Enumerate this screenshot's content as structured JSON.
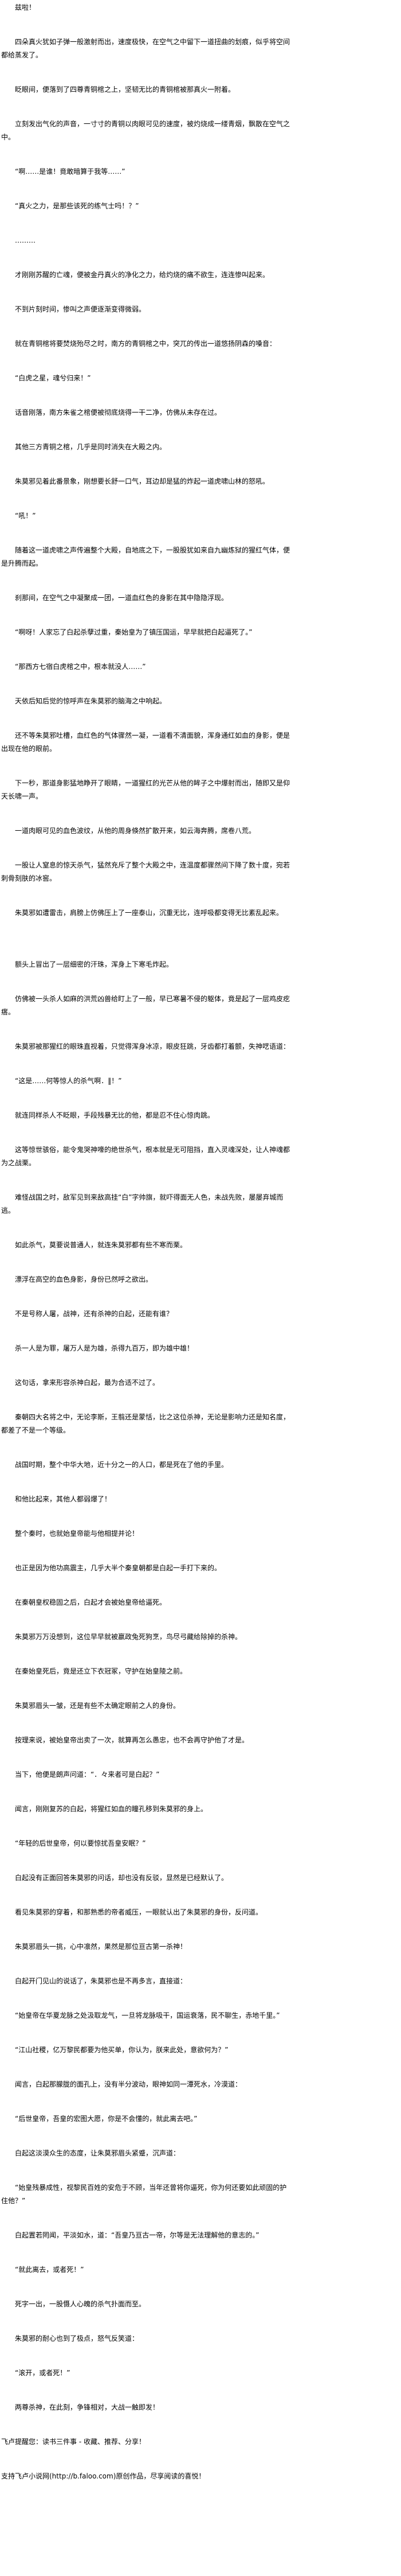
{
  "chapter": {
    "paragraphs": [
      "兹啦！",
      "四朵真火犹如子弹一般激射而出，速度极快，在空气之中留下一道扭曲的划痕，似乎将空间都给蒸发了。",
      "眨眼间，便落到了四尊青铜棺之上，坚韧无比的青铜棺被那真火一附着。",
      "立刻发出气化的声音，一寸寸的青铜以肉眼可见的速度，被灼烧成一缕青烟，飘散在空气之中。",
      "“啊……是谁！竟敢暗算于我等……”",
      "“真火之力，是那些该死的练气士吗！？”",
      "………",
      "才刚刚苏醒的亡魂，便被金丹真火的净化之力，给灼烧的痛不欲生，连连惨叫起来。",
      "不到片刻时间，惨叫之声便逐渐变得微弱。",
      "就在青铜棺将要焚烧殆尽之时，南方的青铜棺之中，突兀的传出一道悠扬阴森的嗓音：",
      "“白虎之星，魂兮归来！”",
      "话音刚落，南方朱雀之棺便被彻底烧得一干二净，仿佛从未存在过。",
      "其他三方青铜之棺，几乎是同时消失在大殿之内。",
      "朱莫邪见着此番景象，刚想要长舒一口气，耳边却是猛的炸起一道虎啸山林的怒吼。",
      "“吼！”",
      "随着这一道虎啸之声传遍整个大殿，自地底之下，一股股犹如来自九幽炼狱的猩红气体，便是升腾而起。",
      "刹那间，在空气之中凝聚成一团，一道血红色的身影在其中隐隐浮现。",
      "“啊呀！人家忘了白起杀孽过重，秦始皇为了镇压国运，早早就把白起逼死了。”",
      "“那西方七宿白虎棺之中，根本就没人……”",
      "天依后知后觉的惊呼声在朱莫邪的脑海之中响起。",
      "还不等朱莫邪吐槽，血红色的气体骤然一凝，一道看不清面貌，浑身通红如血的身影，便是出现在他的眼前。",
      "下一秒，那道身影猛地睁开了眼睛，一道猩红的光芒从他的眸子之中爆射而出，随即又是仰天长啸一声。",
      "一道肉眼可见的血色波纹，从他的周身倏然扩散开来，如云海奔腾，席卷八荒。",
      "一股让人窒息的惊天杀气，猛然充斥了整个大殿之中，连温度都骤然间下降了数十度，宛若刺骨刻肤的冰窖。",
      "朱莫邪如遭雷击，肩膀上仿佛压上了一座泰山，沉重无比，连呼吸都变得无比紊乱起来。",
      "额头上冒出了一层细密的汗珠，浑身上下寒毛炸起。",
      "仿佛被一头杀人如麻的洪荒凶兽给盯上了一般，早已寒暑不侵的躯体，竟是起了一层鸡皮疙瘩。",
      "朱莫邪被那猩红的眼珠直视着，只觉得浑身冰凉，眼皮狂跳，牙齿都打着颤，失神呓语道：",
      "“这是……何等惊人的杀气啊．‖！”",
      "就连同样杀人不眨眼，手段残暴无比的他，都是忍不住心惊肉跳。",
      "这等惊世骇俗，能令鬼哭神嚎的绝世杀气，根本就是无可阻挡，直入灵魂深处，让人神魂都为之战栗。",
      "难怪战国之时，敌军见到来敌高挂“白”字帅旗，就吓得面无人色，未战先败，屡屡弃城而逃。",
      "如此杀气，莫要说普通人，就连朱莫邪都有些不寒而栗。",
      "漂浮在高空的血色身影，身份已然呼之欲出。",
      "不是号称人屠，战神，还有杀神的白起，还能有谁？",
      "杀一人是为罪，屠万人是为雄，杀得九百万，即为雄中雄！",
      "这句话，拿来形容杀神白起，最为合适不过了。",
      "秦朝四大名将之中，无论李斯，王翦还是蒙恬，比之这位杀神，无论是影响力还是知名度，都差了不是一个等级。",
      "战国时期，整个中华大地，近十分之一的人口，都是死在了他的手里。",
      "和他比起来，其他人都弱爆了！",
      "整个秦时，也就始皇帝能与他相提并论！",
      "也正是因为他功高震主，几乎大半个秦皇朝都是白起一手打下来的。",
      "在秦朝皇权稳固之后，白起才会被始皇帝给逼死。",
      "朱莫邪万万没想到，这位早早就被嬴政兔死狗烹，鸟尽弓藏给除掉的杀神。",
      "在秦始皇死后，竟是还立下衣冠冢，守护在始皇陵之前。",
      "朱莫邪眉头一皱，还是有些不太确定眼前之人的身份。",
      "按理来说，被始皇帝出卖了一次，就算再怎么愚忠，也不会再守护他了才是。",
      "当下，他便是朗声问道：“．々来者可是白起？”",
      "闻言，刚刚复苏的白起，将猩红如血的瞳孔移到朱莫邪的身上。",
      "“年轻的后世皇帝，何以要惊扰吾皇安眠？”",
      "白起没有正面回答朱莫邪的问话，却也没有反驳，显然是已经默认了。",
      "看见朱莫邪的穿着，和那熟悉的帝者威压，一眼就认出了朱莫邪的身份，反问道。",
      "朱莫邪眉头一挑，心中凛然，果然是那位亘古第一杀神！",
      "白起开门见山的说话了，朱莫邪也是不再多言，直接道：",
      "“始皇帝在华夏龙脉之处汲取龙气，一旦将龙脉吸干，国运衰落，民不聊生，赤地千里。”",
      "“江山社稷，亿万黎民都要为他买单，你认为，朕来此处，意欲何为？”",
      "闻言，白起那朦胧的面孔上，没有半分波动，眼神如同一潭死水，冷漠道：",
      "“后世皇帝，吾皇的宏图大愿，你是不会懂的，就此离去吧。”",
      "白起这淡漠众生的态度，让朱莫邪眉头紧蹙，沉声道：",
      "“始皇残暴成性，视黎民百姓的安危于不顾，当年还曾将你逼死，你为何还要如此顽固的护住他？”",
      "白起置若罔闻，平淡如水，道：“吾皇乃亘古一帝，尔等是无法理解他的意志的。”",
      "“就此离去，或者死！”",
      "死字一出，一股慑人心魄的杀气扑面而至。",
      "朱莫邪的耐心也到了极点，怒气反笑道：",
      "“滚开，或者死！”",
      "两尊杀神，在此刻，争锋相对，大战一触即发！"
    ]
  },
  "footer": {
    "reminder": "飞卢提醒您：读书三件事 - 收藏、推荐、分享！",
    "support": "支持飞卢小说网(http://b.faloo.com)原创作品，尽享阅读的喜悦！"
  }
}
